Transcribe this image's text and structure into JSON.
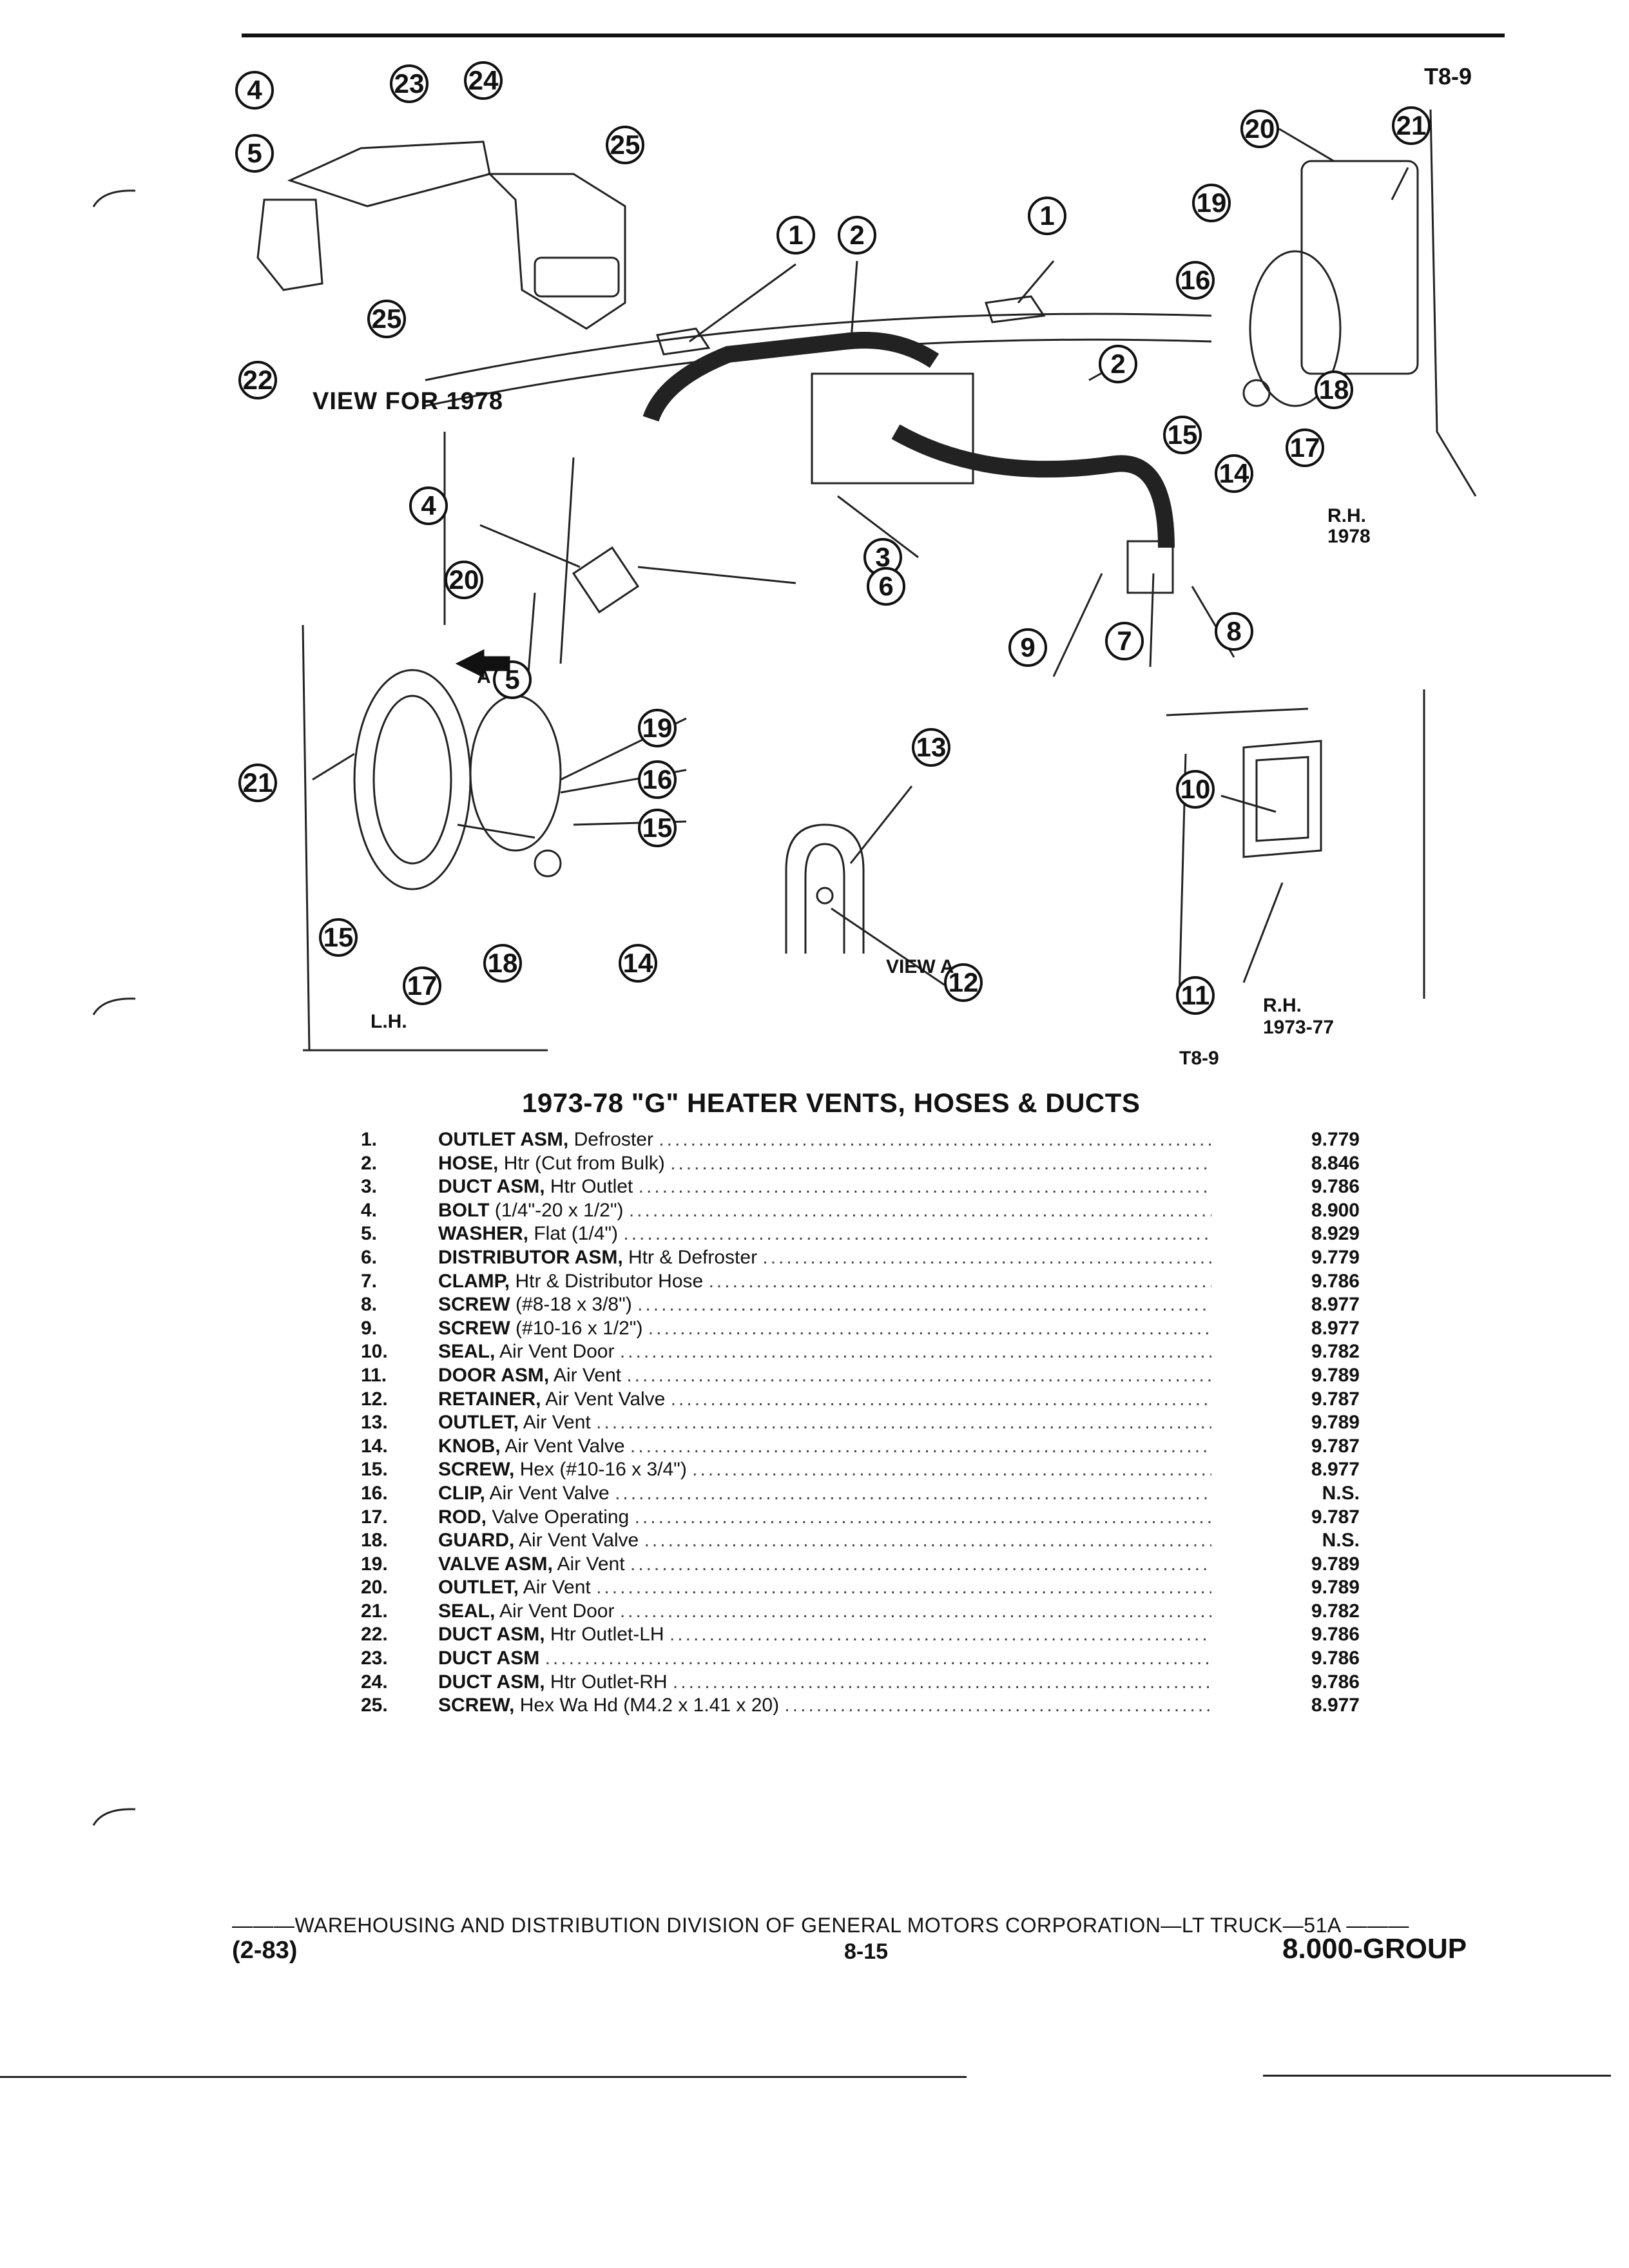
{
  "header": {
    "page_code": "T8-9"
  },
  "diagram": {
    "view_for_1978": "VIEW FOR 1978",
    "view_a": "VIEW A",
    "arrow_a": "A",
    "lh": "L.H.",
    "rh_1978_line1": "R.H.",
    "rh_1978_line2": "1978",
    "rh_1973_77_line1": "R.H.",
    "rh_1973_77_line2": "1973-77",
    "code_bottom": "T8-9"
  },
  "title": "1973-78 \"G\" HEATER VENTS, HOSES & DUCTS",
  "parts": [
    {
      "num": "1.",
      "name": "OUTLET ASM,",
      "desc": "Defroster",
      "code": "9.779"
    },
    {
      "num": "2.",
      "name": "HOSE,",
      "desc": "Htr (Cut from Bulk)",
      "code": "8.846"
    },
    {
      "num": "3.",
      "name": "DUCT ASM,",
      "desc": "Htr Outlet",
      "code": "9.786"
    },
    {
      "num": "4.",
      "name": "BOLT",
      "desc": "(1/4\"-20 x 1/2\")",
      "code": "8.900"
    },
    {
      "num": "5.",
      "name": "WASHER,",
      "desc": "Flat (1/4\")",
      "code": "8.929"
    },
    {
      "num": "6.",
      "name": "DISTRIBUTOR ASM,",
      "desc": "Htr & Defroster",
      "code": "9.779"
    },
    {
      "num": "7.",
      "name": "CLAMP,",
      "desc": "Htr & Distributor Hose",
      "code": "9.786"
    },
    {
      "num": "8.",
      "name": "SCREW",
      "desc": "(#8-18 x 3/8\")",
      "code": "8.977"
    },
    {
      "num": "9.",
      "name": "SCREW",
      "desc": "(#10-16 x 1/2\")",
      "code": "8.977"
    },
    {
      "num": "10.",
      "name": "SEAL,",
      "desc": "Air Vent Door",
      "code": "9.782"
    },
    {
      "num": "11.",
      "name": "DOOR ASM,",
      "desc": "Air Vent",
      "code": "9.789"
    },
    {
      "num": "12.",
      "name": "RETAINER,",
      "desc": "Air Vent Valve",
      "code": "9.787"
    },
    {
      "num": "13.",
      "name": "OUTLET,",
      "desc": "Air Vent",
      "code": "9.789"
    },
    {
      "num": "14.",
      "name": "KNOB,",
      "desc": "Air Vent Valve",
      "code": "9.787"
    },
    {
      "num": "15.",
      "name": "SCREW,",
      "desc": "Hex (#10-16 x 3/4\")",
      "code": "8.977"
    },
    {
      "num": "16.",
      "name": "CLIP,",
      "desc": "Air Vent Valve",
      "code": "N.S."
    },
    {
      "num": "17.",
      "name": "ROD,",
      "desc": "Valve Operating",
      "code": "9.787"
    },
    {
      "num": "18.",
      "name": "GUARD,",
      "desc": "Air Vent Valve",
      "code": "N.S."
    },
    {
      "num": "19.",
      "name": "VALVE ASM,",
      "desc": "Air Vent",
      "code": "9.789"
    },
    {
      "num": "20.",
      "name": "OUTLET,",
      "desc": "Air Vent",
      "code": "9.789"
    },
    {
      "num": "21.",
      "name": "SEAL,",
      "desc": "Air Vent Door",
      "code": "9.782"
    },
    {
      "num": "22.",
      "name": "DUCT ASM,",
      "desc": "Htr Outlet-LH",
      "code": "9.786"
    },
    {
      "num": "23.",
      "name": "DUCT ASM",
      "desc": "",
      "code": "9.786"
    },
    {
      "num": "24.",
      "name": "DUCT ASM,",
      "desc": "Htr Outlet-RH",
      "code": "9.786"
    },
    {
      "num": "25.",
      "name": "SCREW,",
      "desc": "Hex Wa Hd (M4.2 x 1.41 x 20)",
      "code": "8.977"
    }
  ],
  "footer": {
    "division": "WAREHOUSING AND DISTRIBUTION DIVISION OF GENERAL MOTORS CORPORATION—LT TRUCK—51A",
    "date": "(2-83)",
    "page": "8-15",
    "group": "8.000-GROUP"
  }
}
